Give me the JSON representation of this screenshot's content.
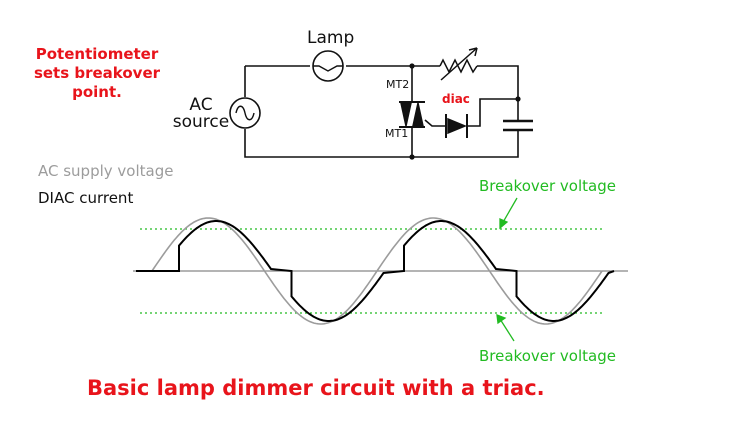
{
  "title": "Basic lamp dimmer circuit with a triac.",
  "annotations": {
    "potentiometer_note": [
      "Potentiometer",
      "sets breakover",
      "point."
    ]
  },
  "circuit": {
    "lamp_label": "Lamp",
    "source_label": [
      "AC",
      "source"
    ],
    "mt2_label": "MT2",
    "mt1_label": "MT1",
    "diac_label": "diac"
  },
  "waveform": {
    "legend_supply": "AC supply voltage",
    "legend_diac": "DIAC current",
    "breakover_upper": "Breakover voltage",
    "breakover_lower": "Breakover voltage"
  },
  "colors": {
    "caption": "#e8141b",
    "breakover": "#22bb22",
    "supply_wave": "#9c9c9c",
    "diac_wave": "#000000"
  }
}
